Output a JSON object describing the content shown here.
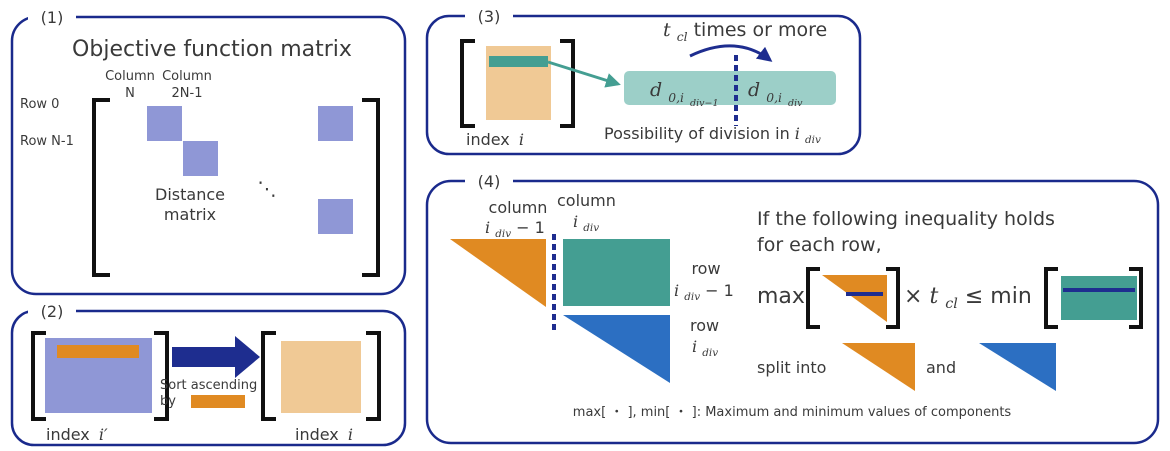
{
  "panels": {
    "p1": {
      "number": "(1)",
      "title": "Objective function matrix",
      "column_n_l1": "Column",
      "column_n_l2": "N",
      "column_2n_l1": "Column",
      "column_2n_l2": "2N-1",
      "row_0": "Row 0",
      "row_n1": "Row N-1",
      "distance_l1": "Distance",
      "distance_l2": "matrix",
      "dots": "⋱"
    },
    "p2": {
      "number": "(2)",
      "sort_l1": "Sort ascending",
      "sort_l2": "by",
      "index_left_word": "index",
      "index_left_var": "i′",
      "index_right_word": "index",
      "index_right_var": "i"
    },
    "p3": {
      "number": "(3)",
      "index_word": "index",
      "index_var": "i",
      "tcl_base": "t",
      "tcl_sub": "cl",
      "times_text": " times or more",
      "d_base": "d",
      "d_left_sub": "0,i",
      "d_left_subsub": "div−1",
      "d_right_sub": "0,i",
      "d_right_subsub": "div",
      "possibility_text": "Possibility of division in ",
      "idiv_base": "i",
      "idiv_sub": "div"
    },
    "p4": {
      "number": "(4)",
      "col_left_word": "column",
      "col_left_var": "i",
      "col_left_sub": "div",
      "col_left_tail": " − 1",
      "col_right_word": "column",
      "col_right_var": "i",
      "col_right_sub": "div",
      "row_top_word": "row",
      "row_top_var": "i",
      "row_top_sub": "div",
      "row_top_tail": " − 1",
      "row_bottom_word": "row",
      "row_bottom_var": "i",
      "row_bottom_sub": "div",
      "ineq_l1": "If the following inequality holds",
      "ineq_l2": "for each row,",
      "max_label": "max",
      "times_sym": "× ",
      "tcl_base": "t",
      "tcl_sub": "cl",
      "leq_min": " ≤ min",
      "split_into": "split into",
      "and": "and",
      "footnote": "max[ ・ ], min[ ・ ]: Maximum and minimum values of components"
    }
  },
  "colors": {
    "border": "#1a2a8c",
    "distance_block": "#8f97d6",
    "sorted_matrix": "#f0c995",
    "orange": "#e08a22",
    "teal": "#449e92",
    "teal_light": "#9ccfc8",
    "blue": "#2c6fc2",
    "dark_blue": "#1e2d8f",
    "text": "#3a3a3a"
  }
}
